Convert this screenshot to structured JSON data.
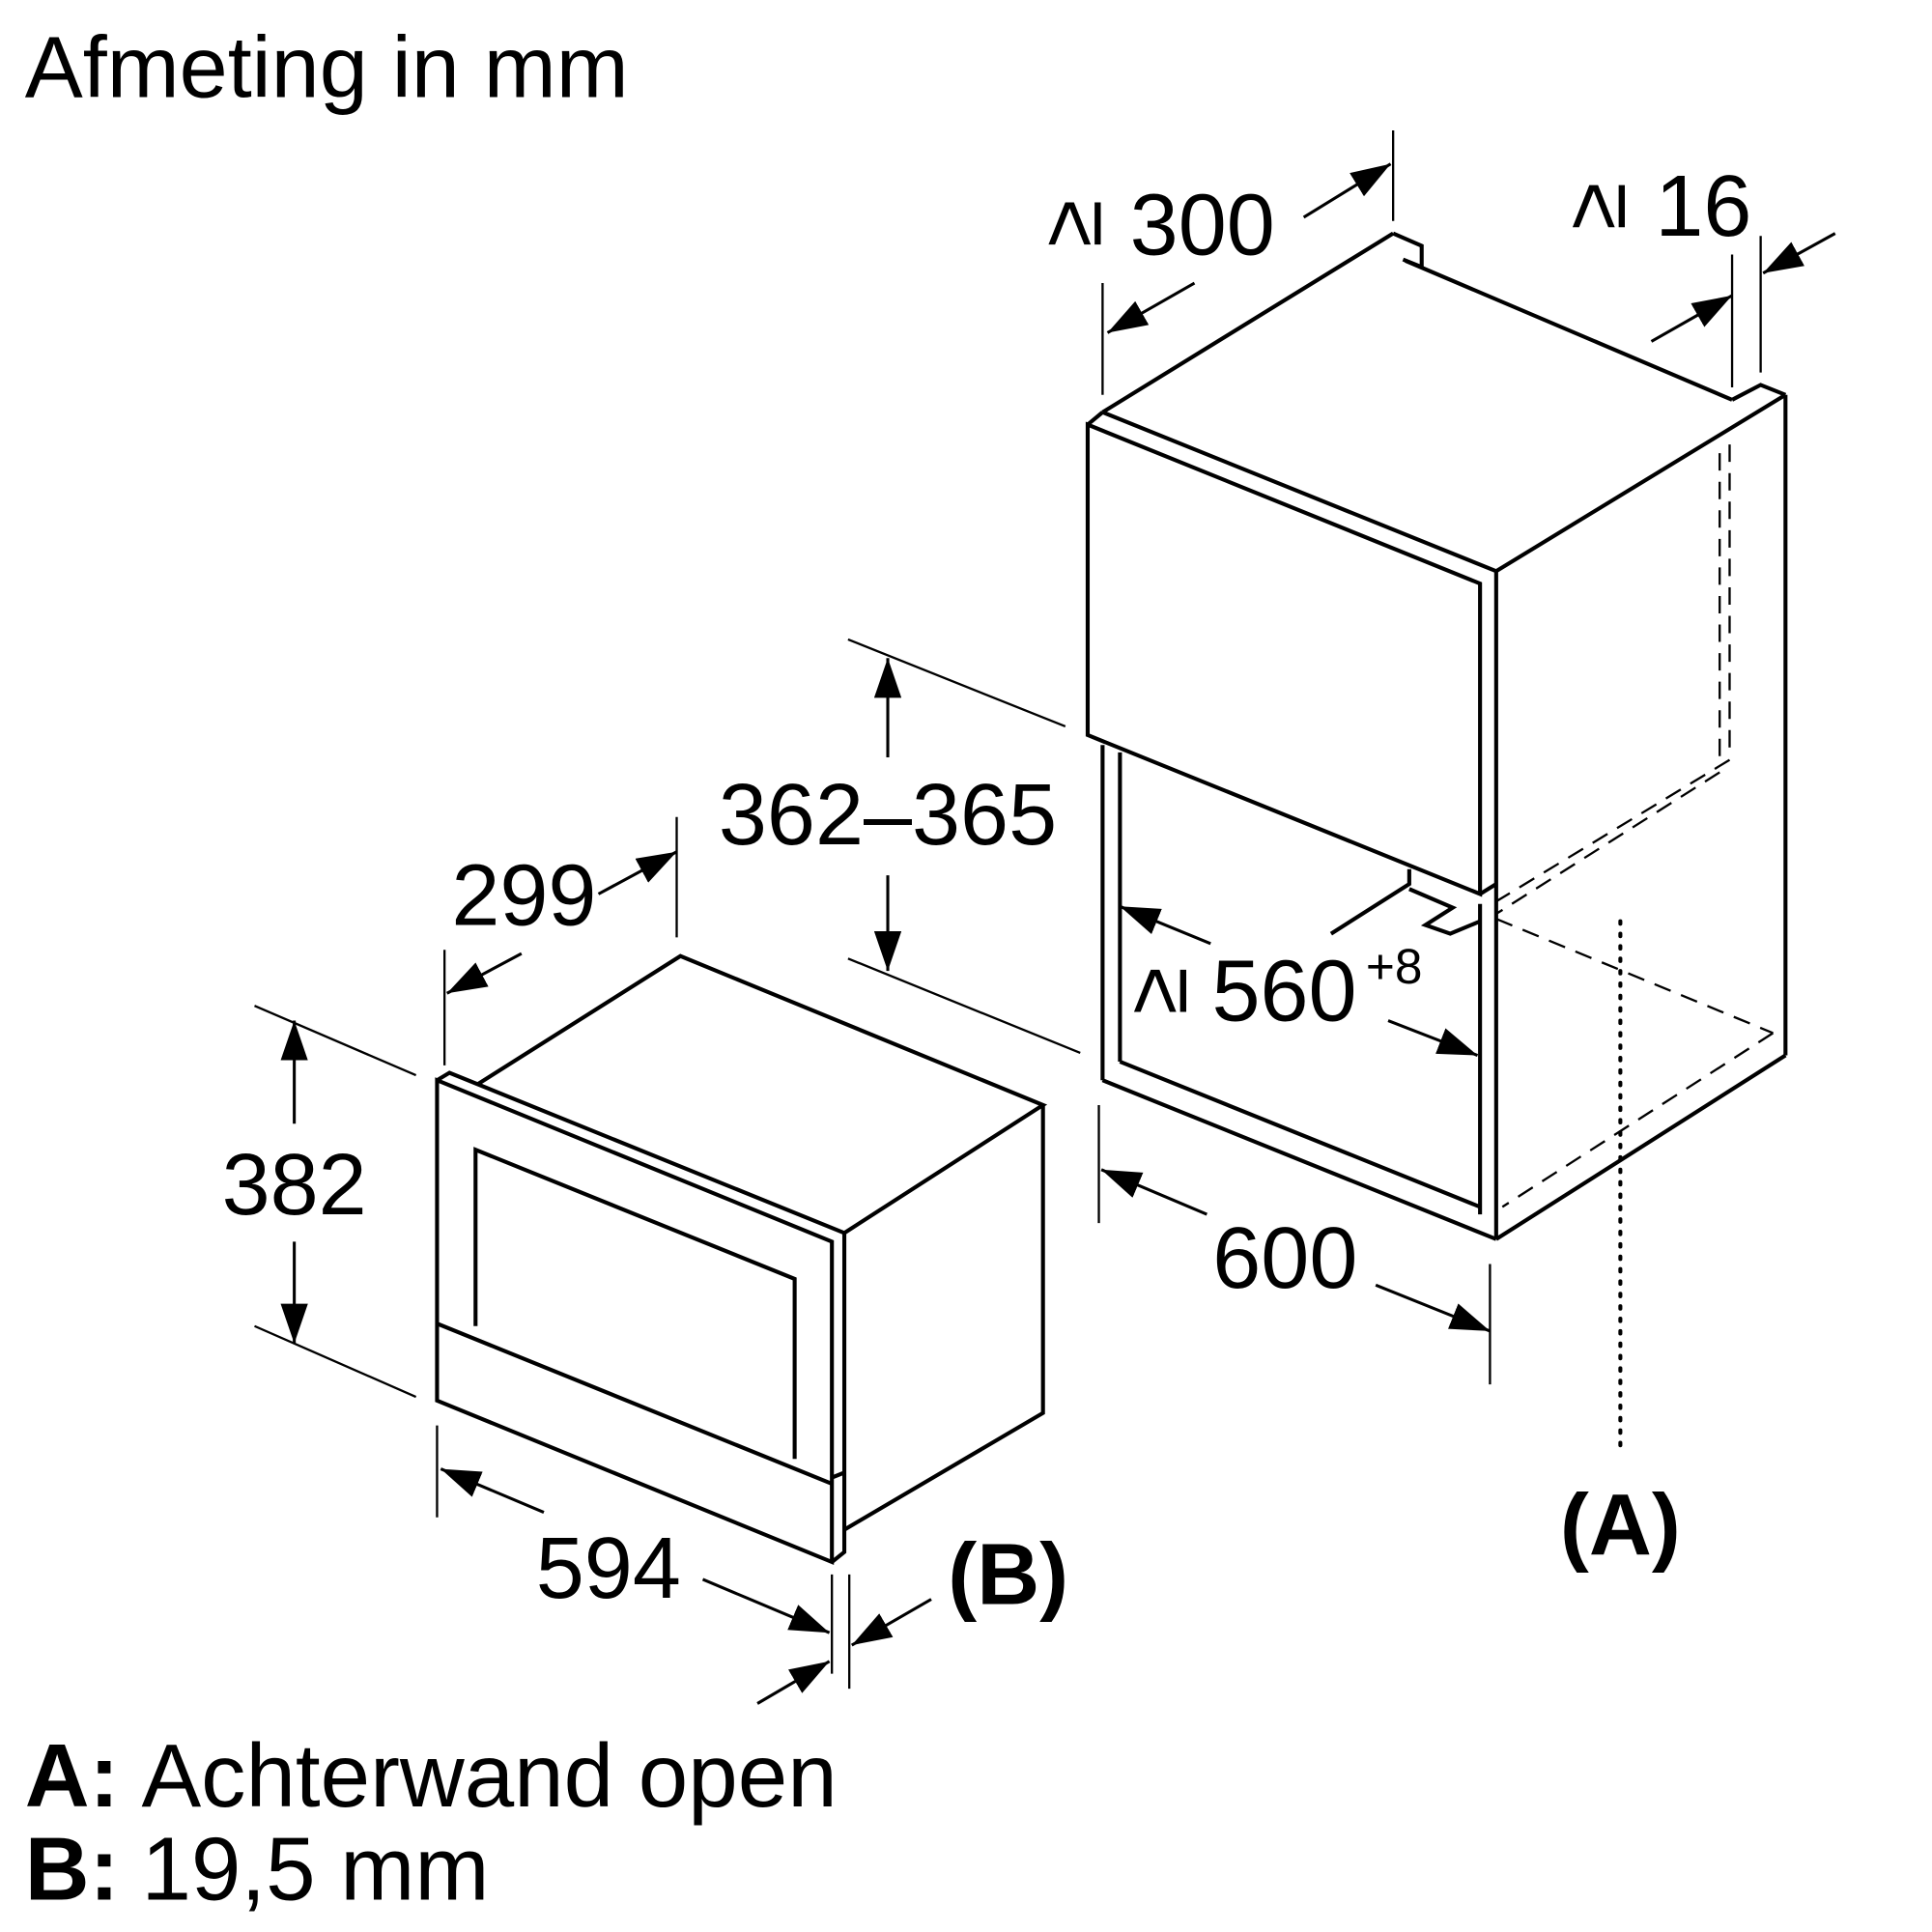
{
  "title": "Afmeting in mm",
  "dimensions": {
    "appliance_height": "382",
    "appliance_depth": "299",
    "appliance_width": "594",
    "label_b": "(B)",
    "niche_height": "362–365",
    "cabinet_depth": {
      "prefix": "≥",
      "value": "300"
    },
    "rear_gap": {
      "prefix": "≥",
      "value": "16"
    },
    "niche_width": {
      "prefix": "≥",
      "value": "560",
      "tolerance": "+8"
    },
    "cabinet_width": "600",
    "label_a": "(A)"
  },
  "legend": [
    {
      "key": "A:",
      "text": "Achterwand open"
    },
    {
      "key": "B:",
      "text": "19,5 mm"
    }
  ]
}
